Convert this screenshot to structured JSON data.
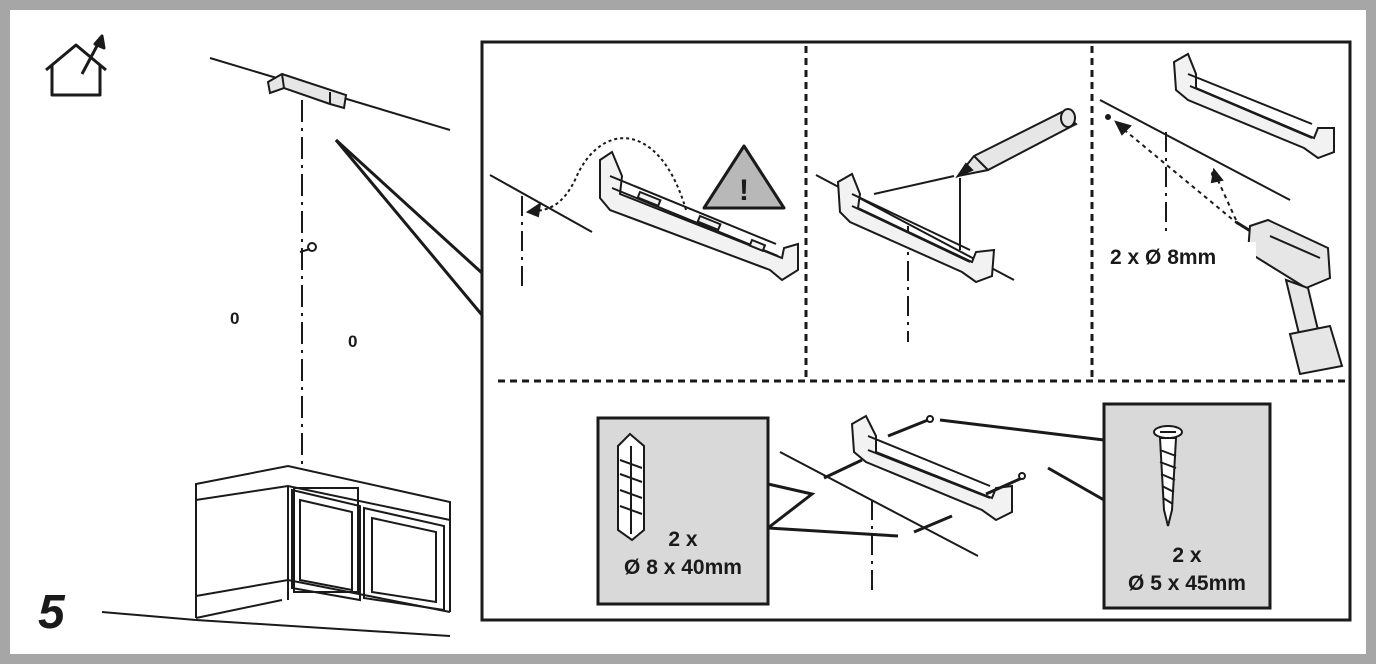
{
  "step_number": "5",
  "left_scene": {
    "mark_left": "0",
    "mark_right": "0"
  },
  "drill_panel": {
    "drill_label": "2 x Ø 8mm"
  },
  "plug_callout": {
    "qty": "2 x",
    "size": "Ø 8 x 40mm"
  },
  "screw_callout": {
    "qty": "2 x",
    "size": "Ø 5 x 45mm"
  },
  "warning_icon": {
    "symbol": "!"
  },
  "icons": [
    "install-location-icon",
    "warning-icon",
    "pencil-icon",
    "drill-icon",
    "wall-plug-icon",
    "screw-icon"
  ],
  "colors": {
    "frame": "#a6a6a6",
    "callout_bg": "#d9d9d9",
    "ink": "#1a1a1a",
    "warning_fill": "#b8b8b8"
  }
}
